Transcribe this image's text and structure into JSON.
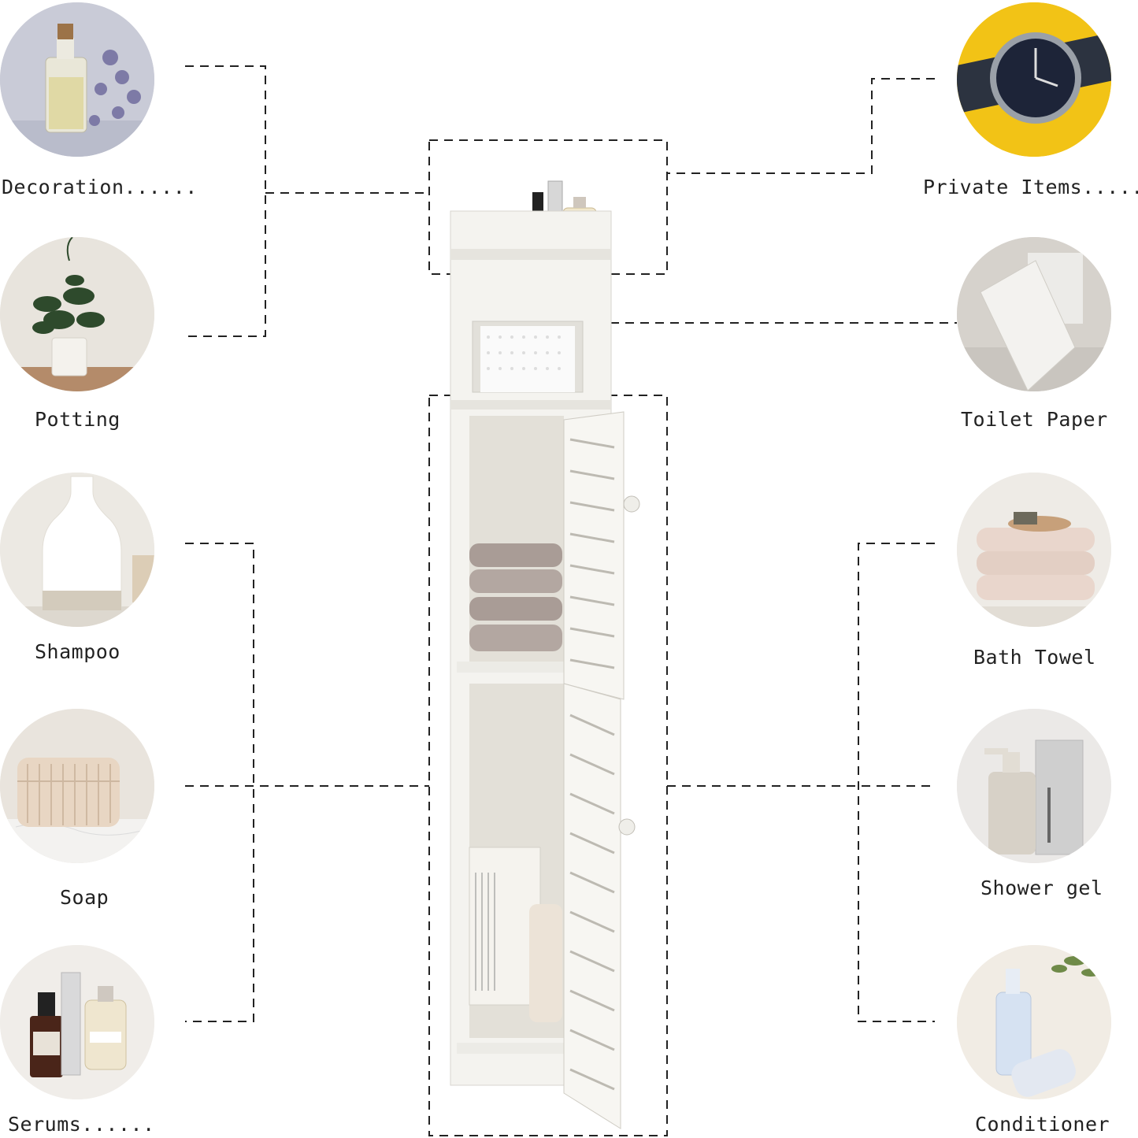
{
  "left_items": [
    {
      "label": "Decoration......",
      "icon": "oil-bottle-lavender-icon"
    },
    {
      "label": "Potting",
      "icon": "potted-plant-icon"
    },
    {
      "label": "Shampoo",
      "icon": "shampoo-bottle-icon"
    },
    {
      "label": "Soap",
      "icon": "soap-jar-icon"
    },
    {
      "label": "Serums......",
      "icon": "serum-bottles-icon"
    }
  ],
  "right_items": [
    {
      "label": "Private Items.....",
      "icon": "wristwatch-icon"
    },
    {
      "label": "Toilet Paper",
      "icon": "toilet-paper-icon"
    },
    {
      "label": "Bath Towel",
      "icon": "towel-stack-icon"
    },
    {
      "label": "Shower gel",
      "icon": "shower-gel-icon"
    },
    {
      "label": "Conditioner",
      "icon": "conditioner-bottle-icon"
    }
  ],
  "product": {
    "icon": "bathroom-cabinet-icon"
  },
  "colors": {
    "line": "#222222",
    "watch_bg": "#f2c316",
    "cabinet": "#f4f3ef"
  }
}
